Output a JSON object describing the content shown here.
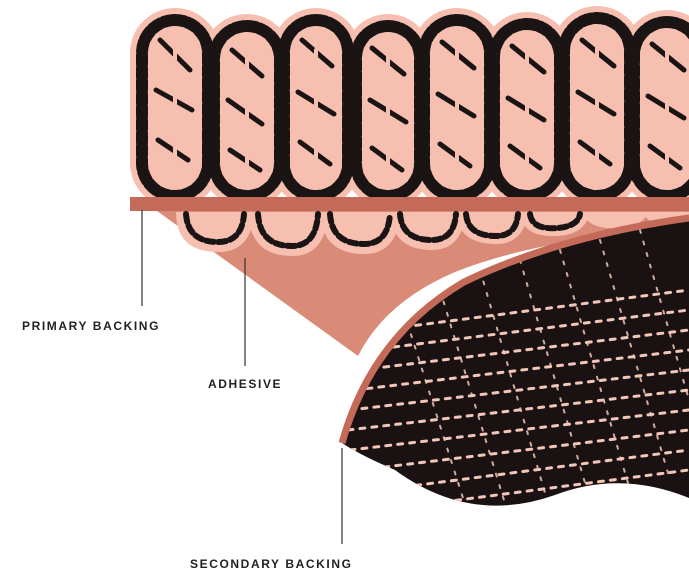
{
  "diagram": {
    "labels": {
      "primary_backing": "PRIMARY BACKING",
      "adhesive": "ADHESIVE",
      "secondary_backing": "SECONDARY BACKING"
    },
    "colors": {
      "tuft_fill": "#f6bfb0",
      "tuft_texture": "#1b1414",
      "adhesive": "#d98b77",
      "backing_strip": "#c46a58",
      "secondary_backing_fabric": "#1a1212",
      "secondary_backing_pattern": "#f3c7b8",
      "leader_line": "#333333",
      "label_text": "#222222"
    },
    "icons": {
      "tufted_pile": "carpet-tuft-loops-illustration",
      "primary_backing": "flat-backing-strip",
      "adhesive": "adhesive-layer-wedge",
      "secondary_backing": "woven-fabric-curl"
    }
  }
}
